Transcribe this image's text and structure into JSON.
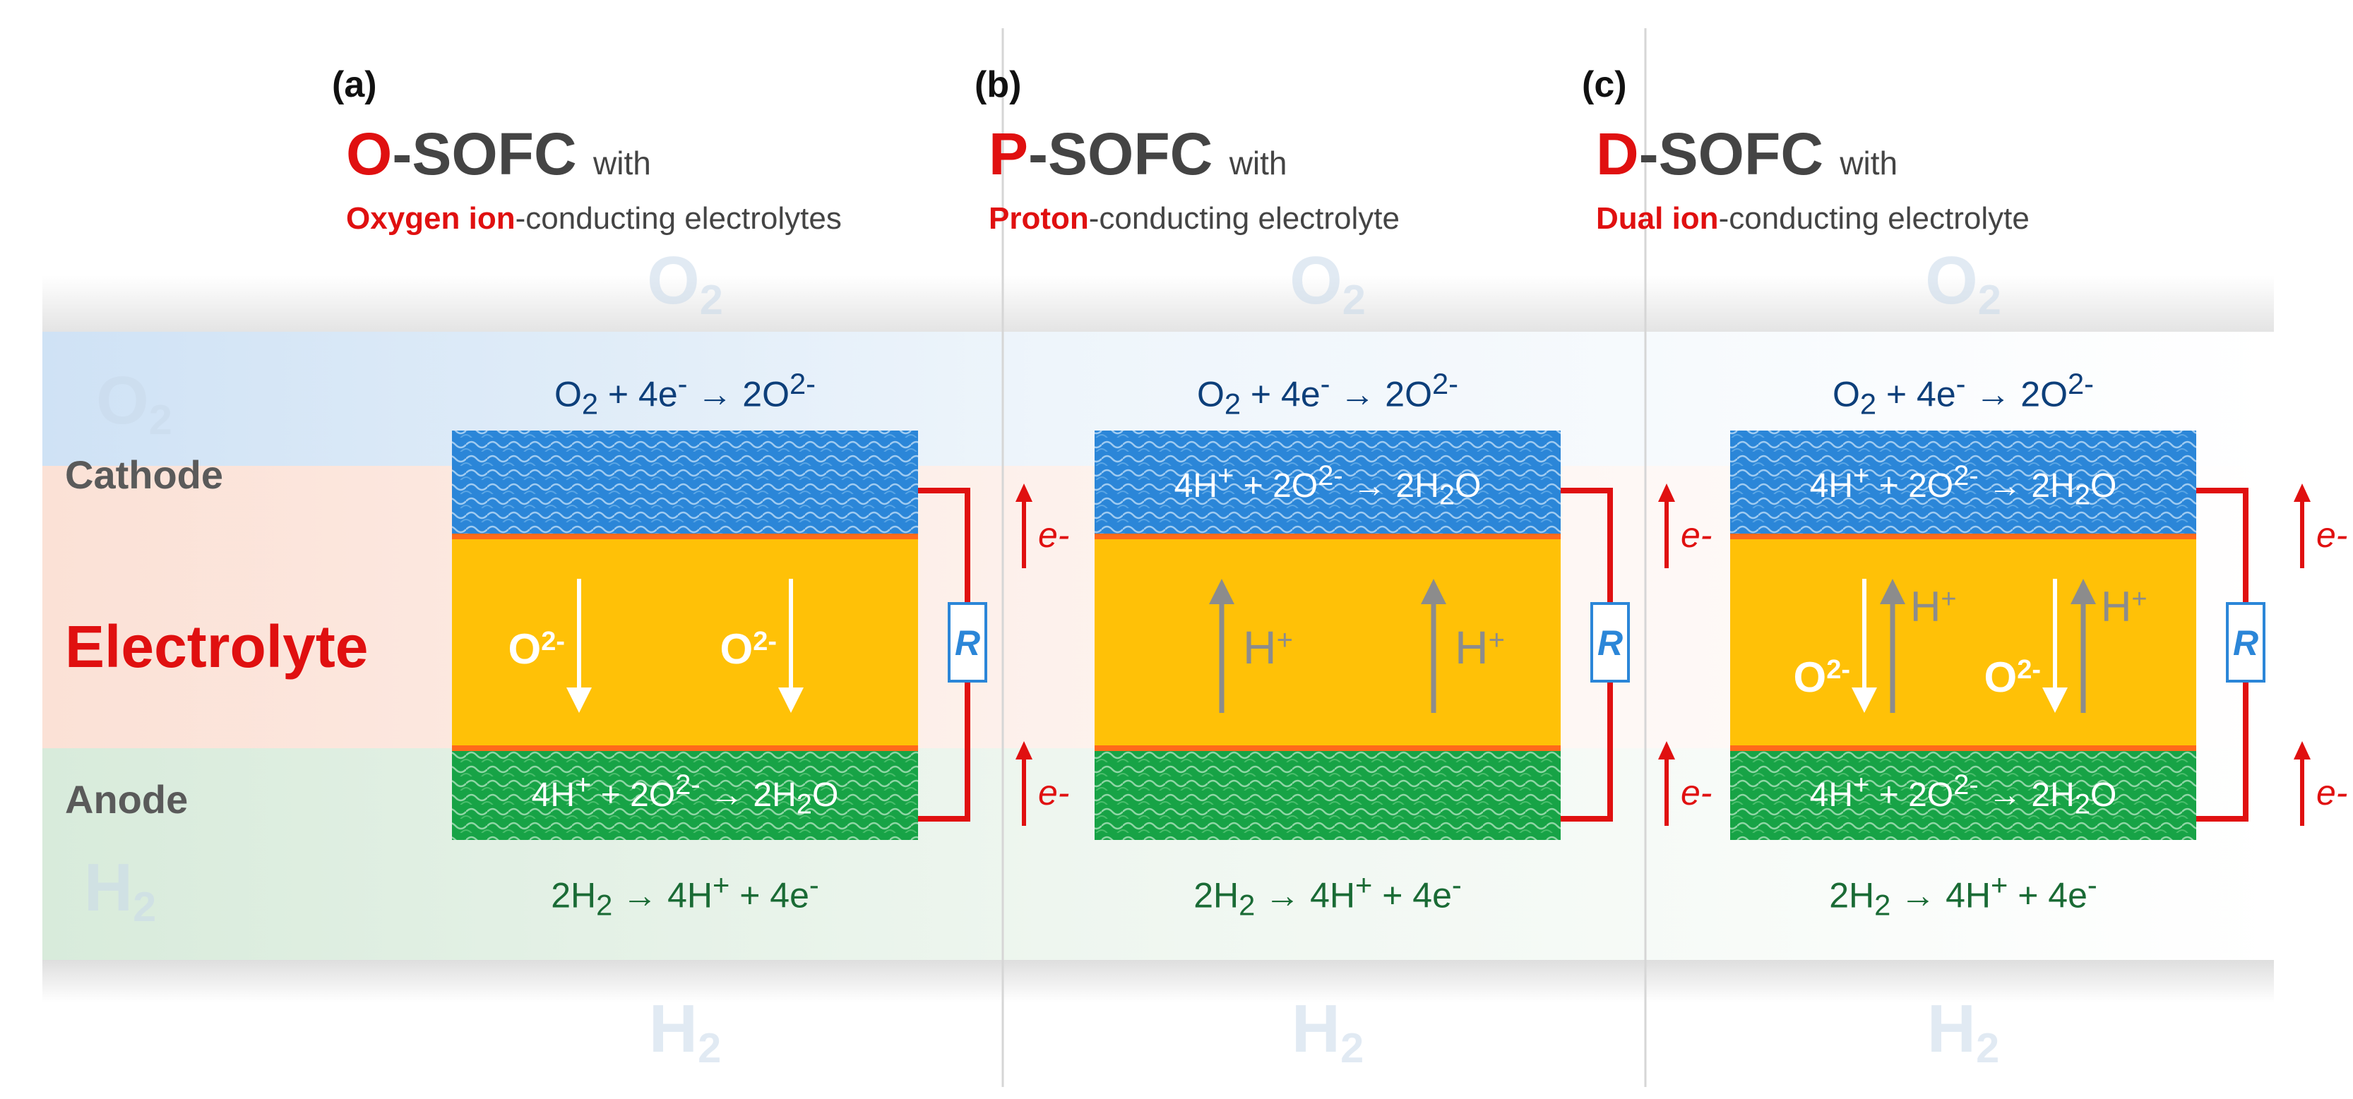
{
  "colors": {
    "cathode": "#2b86d8",
    "electrolyte": "#ffc107",
    "anode": "#17a346",
    "interface": "#ff6a1a",
    "circuit": "#e01010",
    "highlight": "#e01010",
    "title_text": "#444444",
    "cathode_band": "#d9e8f7",
    "electrolyte_band": "#fde6dc",
    "anode_band": "#dfefe1",
    "proton_arrow": "#8c8c8c",
    "oxide_arrow": "#ffffff",
    "resistor_text": "#2b86d8"
  },
  "row_labels": {
    "cathode": "Cathode",
    "electrolyte": "Electrolyte",
    "anode": "Anode"
  },
  "side_gas": {
    "top": "O2",
    "bottom": "H2"
  },
  "panels": [
    {
      "label": "(a)",
      "title_letter": "O",
      "title_rest": "-SOFC",
      "title_with": "with",
      "subtitle_highlight": "Oxygen ion",
      "subtitle_rest": "-conducting electrolytes",
      "top_gas": "O2",
      "bottom_gas": "H2",
      "cathode_reaction": "O2 + 4e- → 2O2-",
      "water_reaction": "4H+ + 2O2- → 2H2O",
      "water_location": "anode",
      "anode_reaction": "2H2 → 4H+ + 4e-",
      "ions": [
        "O2-",
        "O2-"
      ],
      "resistor": "R",
      "electron": "e-"
    },
    {
      "label": "(b)",
      "title_letter": "P",
      "title_rest": "-SOFC",
      "title_with": "with",
      "subtitle_highlight": "Proton",
      "subtitle_rest": "-conducting electrolyte",
      "top_gas": "O2",
      "bottom_gas": "H2",
      "cathode_reaction": "O2 + 4e- → 2O2-",
      "water_reaction": "4H+ + 2O2- → 2H2O",
      "water_location": "cathode",
      "anode_reaction": "2H2 → 4H+ + 4e-",
      "ions": [
        "H+",
        "H+"
      ],
      "resistor": "R",
      "electron": "e-"
    },
    {
      "label": "(c)",
      "title_letter": "D",
      "title_rest": "-SOFC",
      "title_with": "with",
      "subtitle_highlight": "Dual ion",
      "subtitle_rest": "-conducting electrolyte",
      "top_gas": "O2",
      "bottom_gas": "H2",
      "cathode_reaction": "O2 + 4e- → 2O2-",
      "water_reaction": "4H+ + 2O2- → 2H2O",
      "water_location": "both",
      "anode_reaction": "2H2 → 4H+ + 4e-",
      "ions": [
        "H+",
        "O2-",
        "H+",
        "O2-"
      ],
      "resistor": "R",
      "electron": "e-"
    }
  ]
}
